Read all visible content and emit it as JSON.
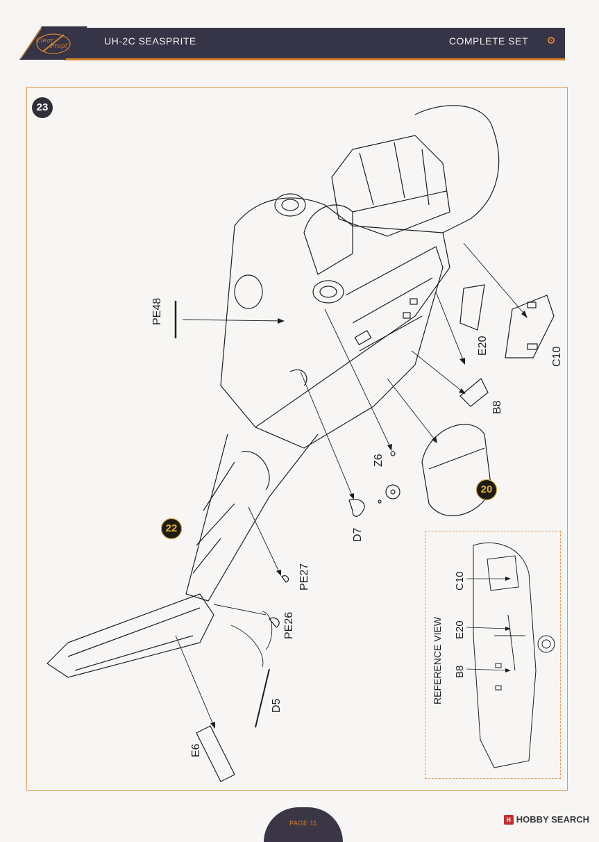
{
  "header": {
    "logo_text_top": "Clear",
    "logo_text_bottom": "Prop!",
    "title": "UH-2C SEASPRITE",
    "set_label": "COMPLETE SET"
  },
  "steps": {
    "main": "23",
    "sub_22": "22",
    "sub_20": "20"
  },
  "parts": {
    "pe48": "PE48",
    "e20": "E20",
    "c10": "C10",
    "b8": "B8",
    "z6": "Z6",
    "d7": "D7",
    "pe27": "PE27",
    "pe26": "PE26",
    "d5": "D5",
    "e6": "E6"
  },
  "reference": {
    "title": "REFERENCE VIEW",
    "c10": "C10",
    "e20": "E20",
    "b8": "B8"
  },
  "footer": {
    "page": "PAGE 11"
  },
  "watermark": {
    "text": "HOBBY SEARCH"
  },
  "colors": {
    "header_bg": "#363447",
    "accent": "#d8832a",
    "step_gold": "#e4b331"
  }
}
